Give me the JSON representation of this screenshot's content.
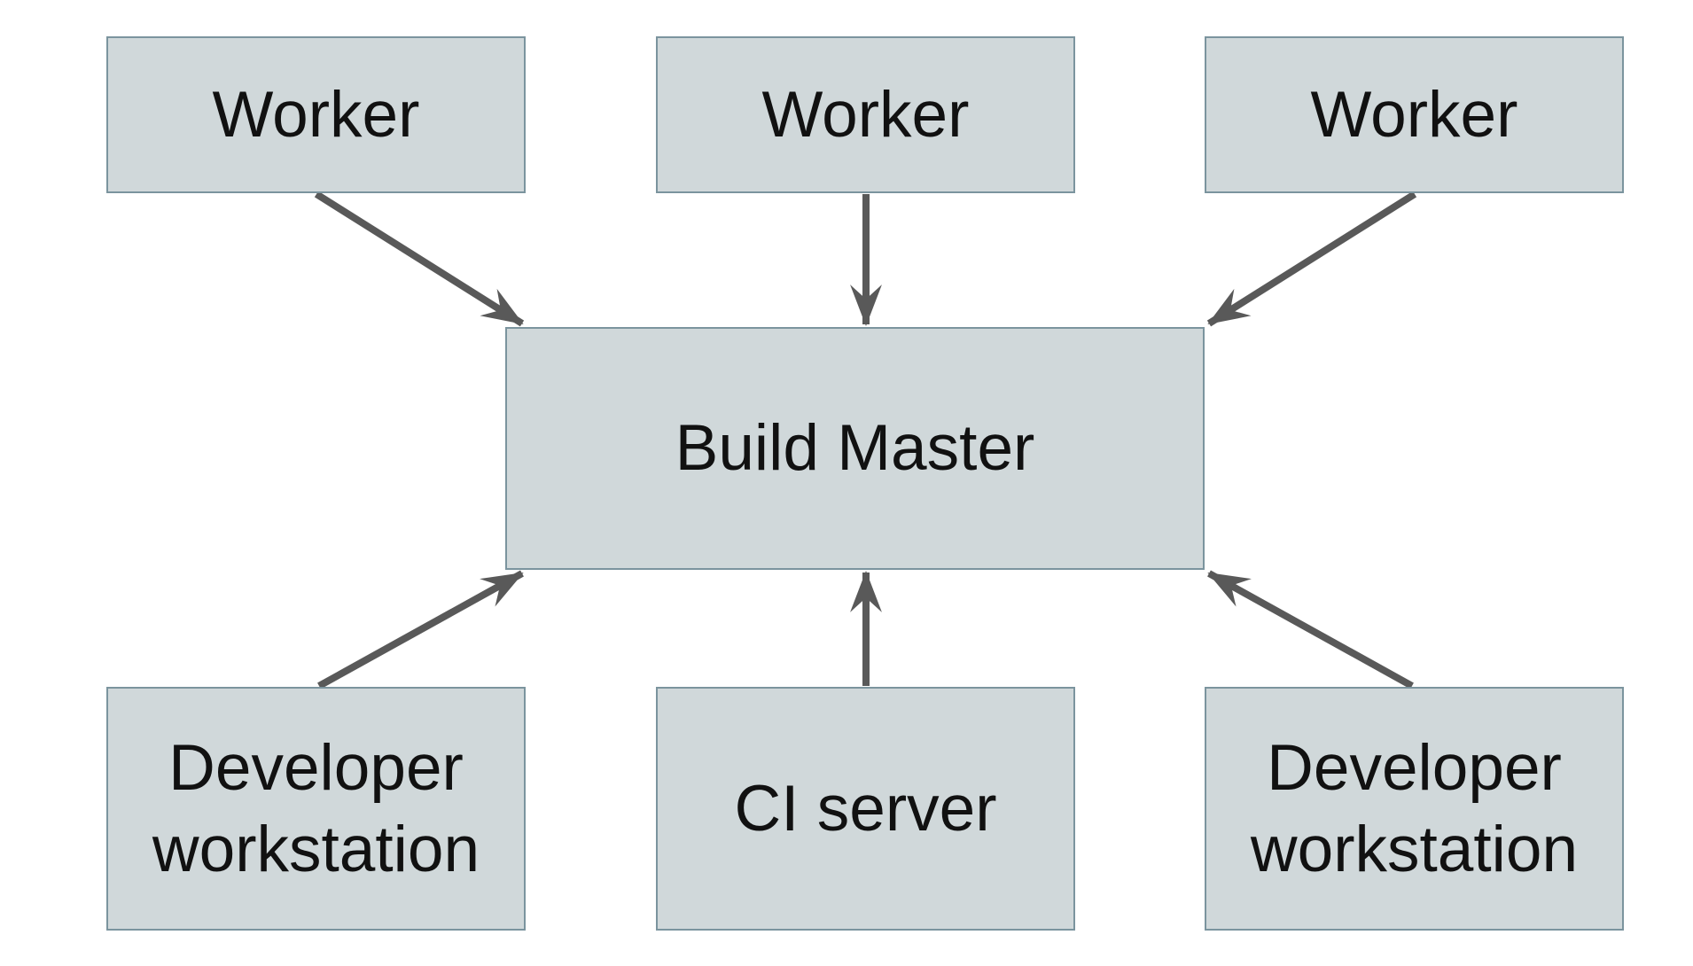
{
  "diagram": {
    "description": "Build Master hub diagram: three Worker nodes feed into Build Master from above; two Developer workstations and a CI server feed into Build Master from below.",
    "nodes": [
      {
        "id": "worker-1",
        "label": "Worker"
      },
      {
        "id": "worker-2",
        "label": "Worker"
      },
      {
        "id": "worker-3",
        "label": "Worker"
      },
      {
        "id": "build-master",
        "label": "Build Master"
      },
      {
        "id": "developer-workstation-1",
        "label": "Developer workstation"
      },
      {
        "id": "ci-server",
        "label": "CI server"
      },
      {
        "id": "developer-workstation-2",
        "label": "Developer workstation"
      }
    ],
    "edges": [
      {
        "from": "worker-1",
        "to": "build-master"
      },
      {
        "from": "worker-2",
        "to": "build-master"
      },
      {
        "from": "worker-3",
        "to": "build-master"
      },
      {
        "from": "developer-workstation-1",
        "to": "build-master"
      },
      {
        "from": "ci-server",
        "to": "build-master"
      },
      {
        "from": "developer-workstation-2",
        "to": "build-master"
      }
    ],
    "colors": {
      "background": "#ffffff",
      "node_fill": "#d0d8da",
      "node_border": "#7b949e",
      "arrow": "#595959",
      "text": "#111111"
    }
  }
}
